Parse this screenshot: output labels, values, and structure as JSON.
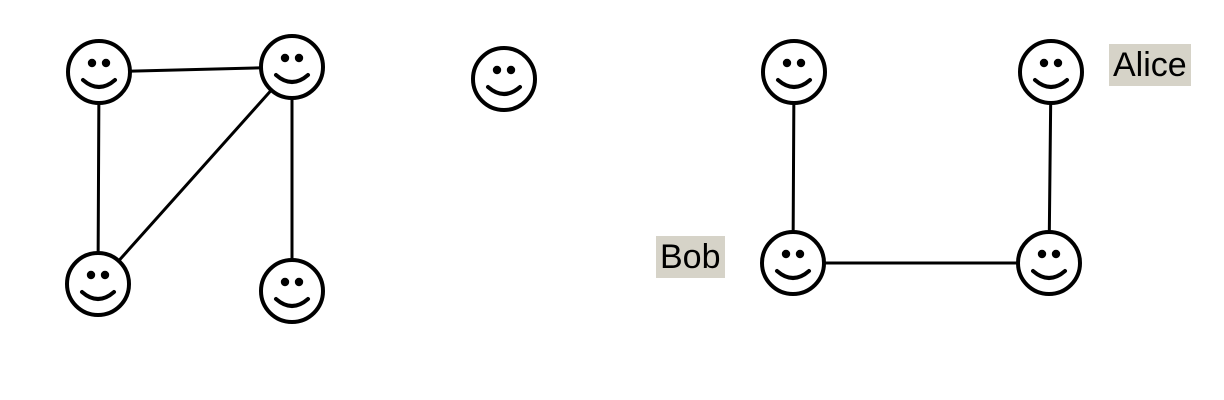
{
  "colors": {
    "stroke": "#000000",
    "face_fill": "#ffffff",
    "label_highlight": "#d6d3c8"
  },
  "nodes": [
    {
      "id": "g1-top-left",
      "icon": "smiley-face-icon"
    },
    {
      "id": "g1-top-right",
      "icon": "smiley-face-icon"
    },
    {
      "id": "g1-bottom-left",
      "icon": "smiley-face-icon"
    },
    {
      "id": "g1-bottom-right",
      "icon": "smiley-face-icon"
    },
    {
      "id": "isolated",
      "icon": "smiley-face-icon"
    },
    {
      "id": "g2-top-left",
      "icon": "smiley-face-icon"
    },
    {
      "id": "g2-top-right",
      "icon": "smiley-face-icon"
    },
    {
      "id": "g2-bottom-left",
      "icon": "smiley-face-icon"
    },
    {
      "id": "g2-bottom-right",
      "icon": "smiley-face-icon"
    }
  ],
  "edges": [
    [
      "g1-top-left",
      "g1-top-right"
    ],
    [
      "g1-top-left",
      "g1-bottom-left"
    ],
    [
      "g1-top-right",
      "g1-bottom-left"
    ],
    [
      "g1-top-right",
      "g1-bottom-right"
    ],
    [
      "g2-top-left",
      "g2-bottom-left"
    ],
    [
      "g2-bottom-left",
      "g2-bottom-right"
    ],
    [
      "g2-top-right",
      "g2-bottom-right"
    ]
  ],
  "labels": {
    "alice": {
      "text": "Alice",
      "node": "g2-top-right"
    },
    "bob": {
      "text": "Bob",
      "node": "g2-bottom-left"
    }
  }
}
